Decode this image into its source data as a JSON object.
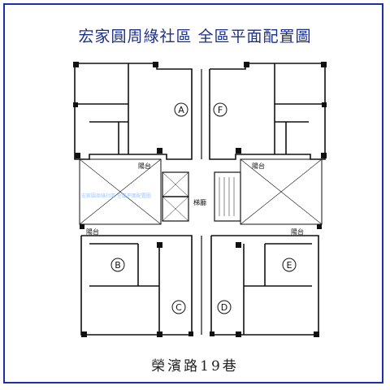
{
  "title": "宏家圓周綠社區  全區平面配置圖",
  "street": "榮濱路19巷",
  "units": [
    "A",
    "F",
    "B",
    "E",
    "C",
    "D"
  ],
  "labels": {
    "balcony": "陽台",
    "elevator": "梯廳"
  },
  "watermark": "宏家圓周綠社區 全區平面配置圖",
  "colors": {
    "frame": "#1a2fb0",
    "title": "#1b2f86",
    "wall": "#111111",
    "watermark": "#7fb3ff"
  }
}
